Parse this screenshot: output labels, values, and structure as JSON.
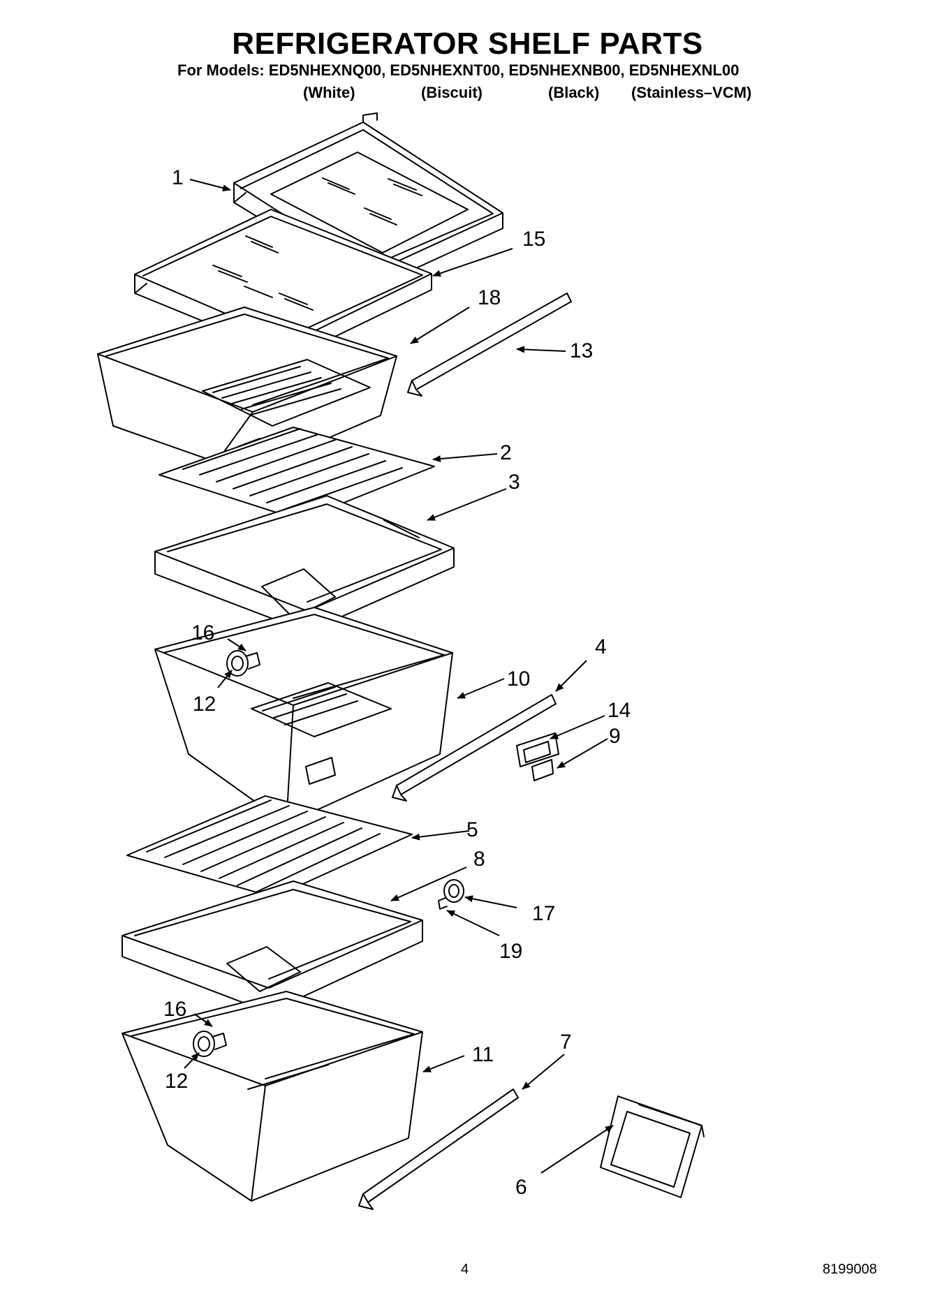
{
  "header": {
    "title": "REFRIGERATOR SHELF PARTS",
    "models_line": "For Models: ED5NHEXNQ00, ED5NHEXNT00, ED5NHEXNB00, ED5NHEXNL00",
    "colors": [
      "(White)",
      "(Biscuit)",
      "(Black)",
      "(Stainless–VCM)"
    ]
  },
  "callouts": {
    "c1": "1",
    "c15": "15",
    "c18": "18",
    "c13": "13",
    "c2": "2",
    "c3": "3",
    "c16a": "16",
    "c12a": "12",
    "c10": "10",
    "c4": "4",
    "c14": "14",
    "c9": "9",
    "c5": "5",
    "c8": "8",
    "c17": "17",
    "c19": "19",
    "c16b": "16",
    "c12b": "12",
    "c11": "11",
    "c7": "7",
    "c6": "6"
  },
  "footer": {
    "page_number": "4",
    "doc_code": "8199008"
  }
}
